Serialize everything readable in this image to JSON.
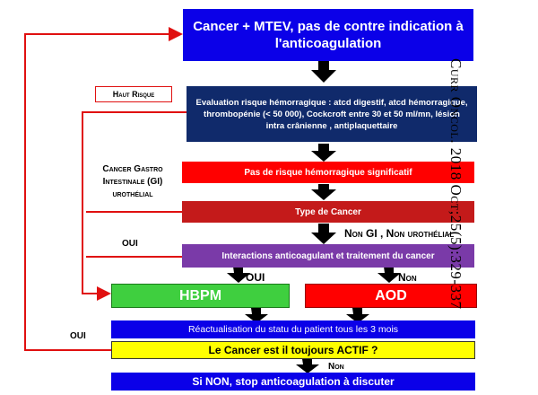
{
  "colors": {
    "blue": "#0b00e8",
    "navy": "#102a6b",
    "red": "#ff0000",
    "darkred": "#c41a1a",
    "purple": "#7a3aa8",
    "green": "#3fcf3f",
    "yellow": "#ffff00",
    "arrow_red": "#e01010"
  },
  "boxes": {
    "top": "Cancer + MTEV, pas de contre indication à l'anticoagulation",
    "evaluation": "Evaluation risque hémorragique : atcd digestif, atcd hémorragique, thrombopénie (< 50 000), Cockcroft entre 30 et 50 ml/mn, lésion intra crânienne , antiplaquettaire",
    "no_risk": "Pas de risque hémorragique significatif",
    "type": "Type de Cancer",
    "interactions": "Interactions anticoagulant et traitement du cancer",
    "hbpm": "HBPM",
    "aod": "AOD",
    "reassess": "Réactualisation du statu du patient tous les 3 mois",
    "active": "Le Cancer est il toujours ACTIF ?",
    "stop": "Si NON, stop anticoagulation à discuter"
  },
  "labels": {
    "haut_risque": "Haut Risque",
    "cancer_gi": "Cancer Gastro Intestinale (GI) urothélial",
    "non_gi": "Non GI , Non urothélial",
    "oui_1": "OUI",
    "oui_2": "OUI",
    "non_1": "Non",
    "oui_3": "OUI",
    "non_2": "Non"
  },
  "citation": "Curr Oncol. 2018 Oct;25(5):329-337"
}
